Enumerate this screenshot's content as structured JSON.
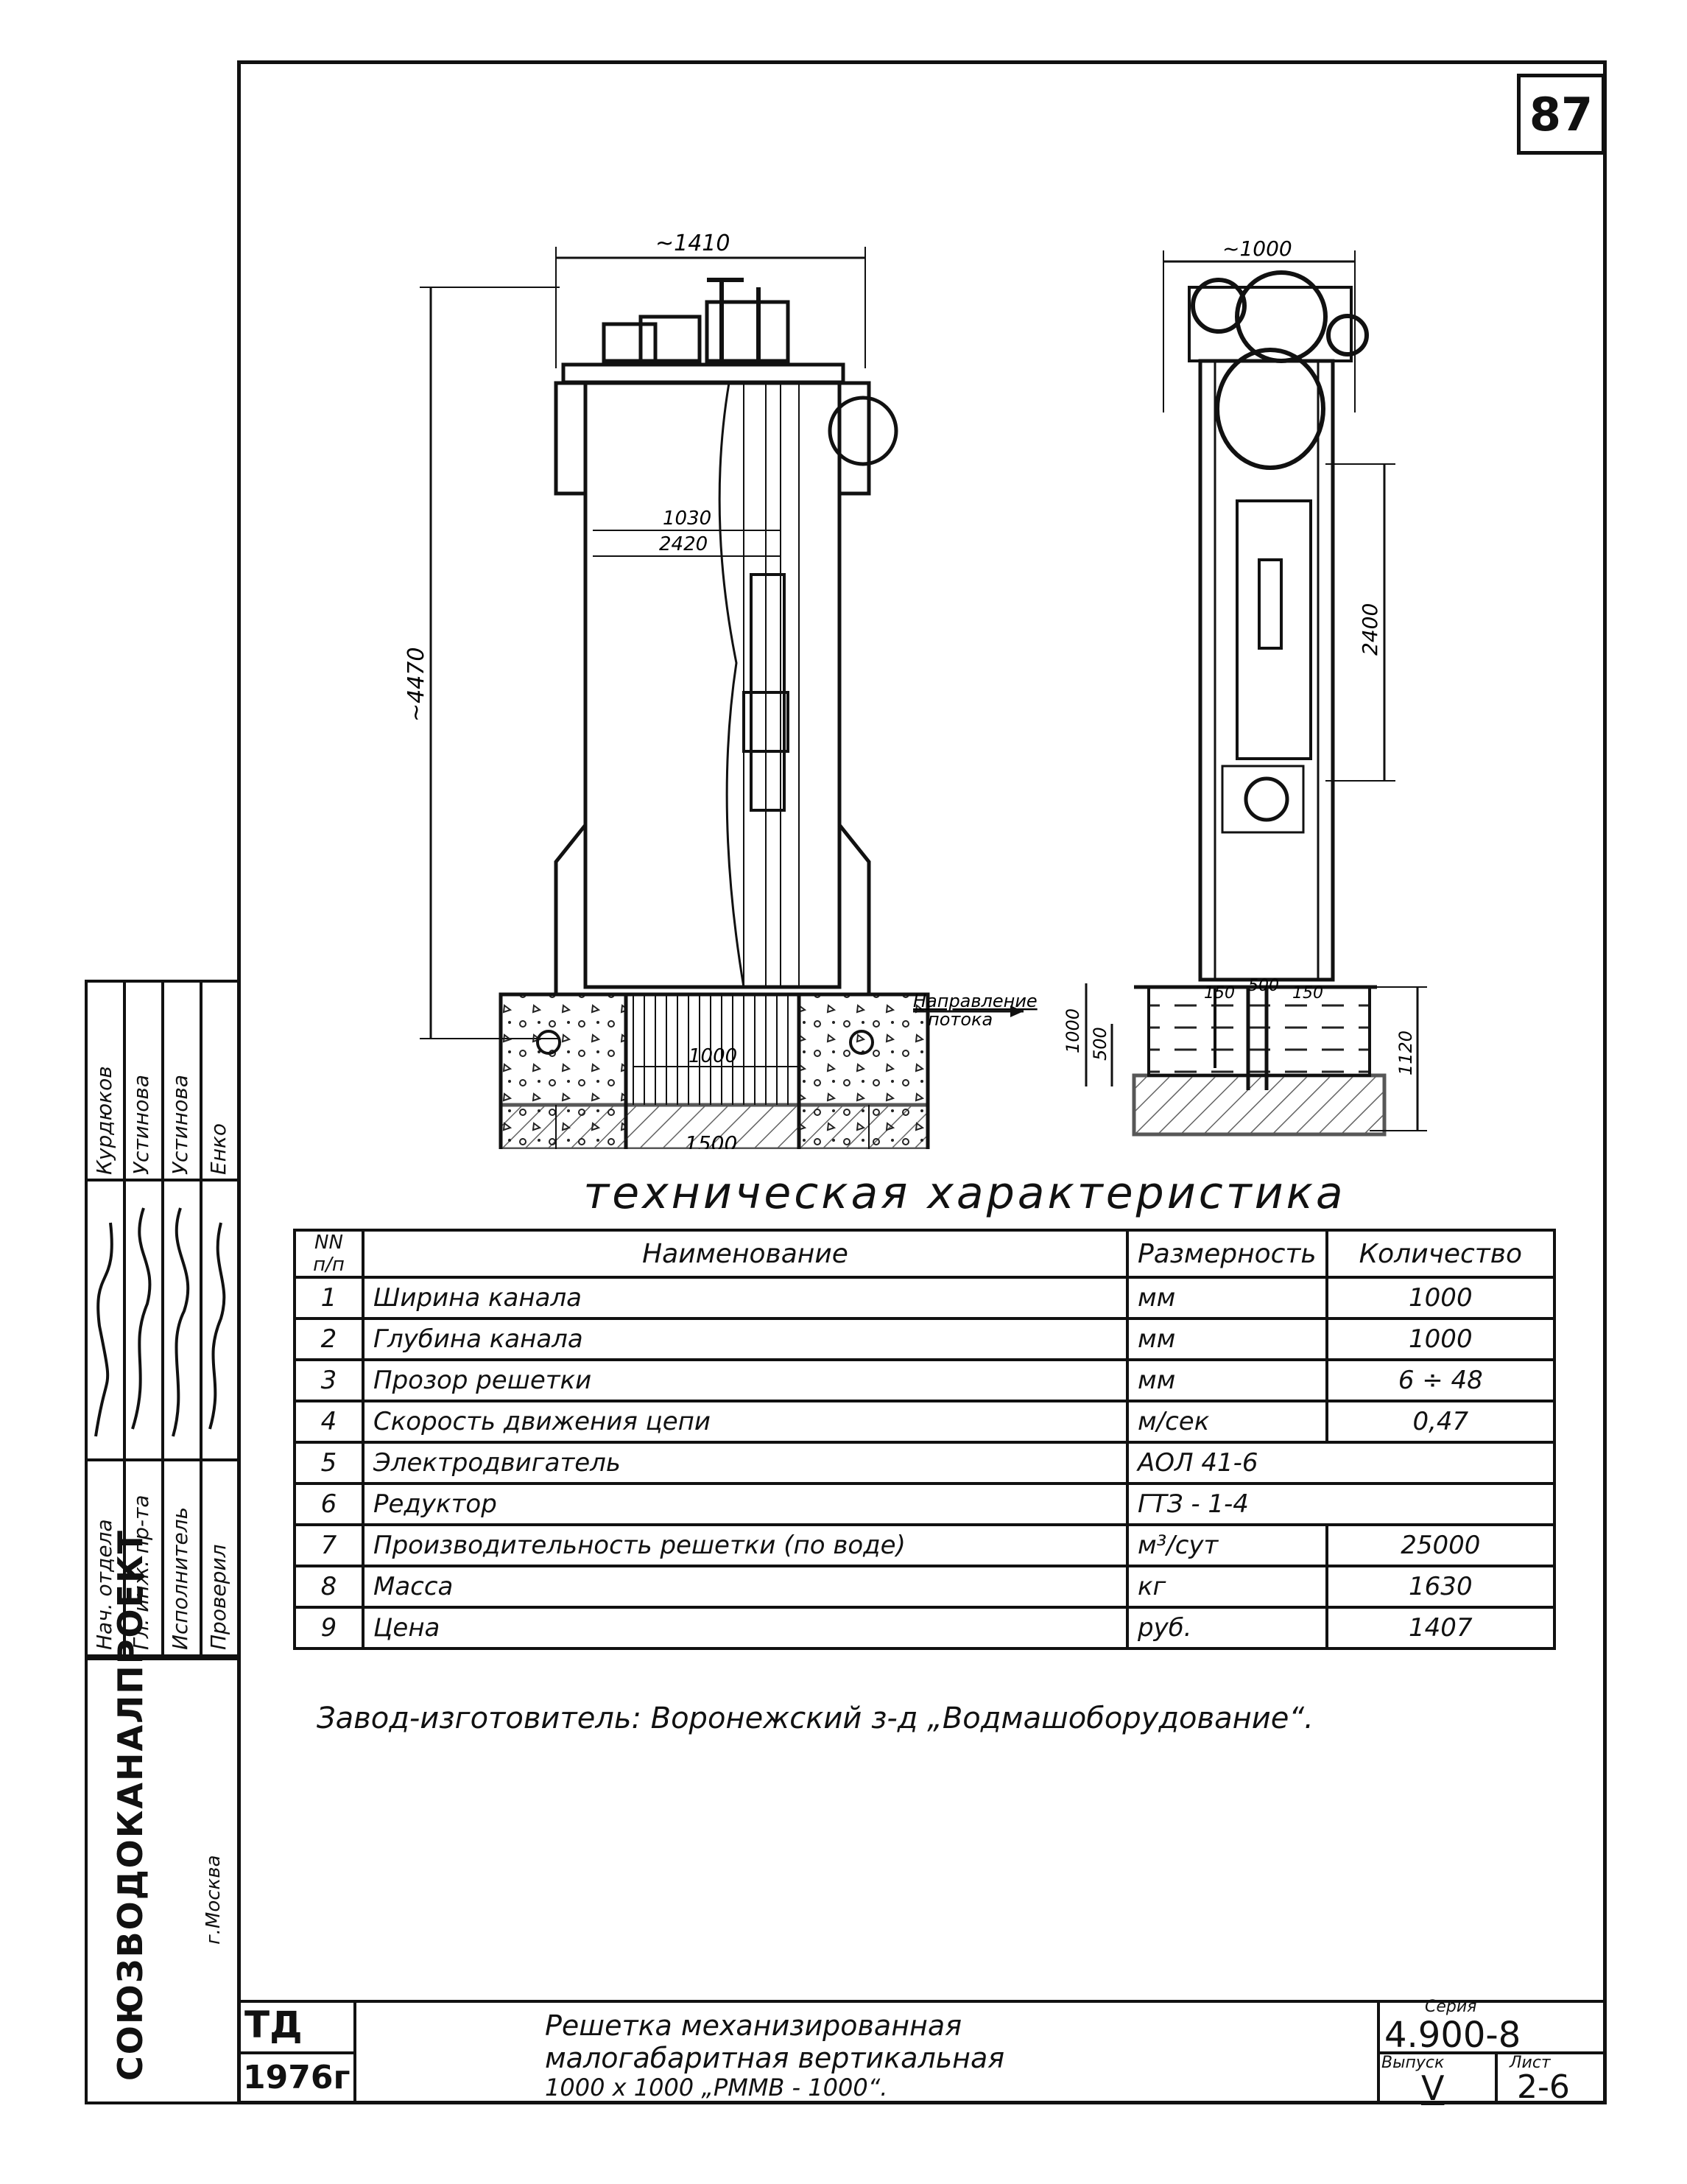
{
  "sheet_number": "87",
  "drawing": {
    "front_view": {
      "dim_width_top": "~1410",
      "dim_height": "~4470",
      "dim_inner_1": "1030",
      "dim_inner_2": "2420",
      "dim_channel": "1000",
      "dim_base": "1500",
      "flow_label_1": "Направление",
      "flow_label_2": "потока"
    },
    "side_view": {
      "dim_width_top": "~1000",
      "dim_height": "2400",
      "dim_a": "150",
      "dim_b": "500",
      "dim_c": "150",
      "dim_left_1": "1000",
      "dim_left_2": "500",
      "dim_right": "1120"
    }
  },
  "table": {
    "title": "техническая характеристика",
    "headers": {
      "num": "NN п/п",
      "name": "Наименование",
      "unit": "Размерность",
      "qty": "Количество"
    },
    "rows": [
      {
        "num": "1",
        "name": "Ширина канала",
        "unit": "мм",
        "qty": "1000"
      },
      {
        "num": "2",
        "name": "Глубина канала",
        "unit": "мм",
        "qty": "1000"
      },
      {
        "num": "3",
        "name": "Прозор решетки",
        "unit": "мм",
        "qty": "6 ÷ 48"
      },
      {
        "num": "4",
        "name": "Скорость движения цепи",
        "unit": "м/сек",
        "qty": "0,47"
      },
      {
        "num": "5",
        "name": "Электродвигатель",
        "unit": "АОЛ 41-6",
        "qty": ""
      },
      {
        "num": "6",
        "name": "Редуктор",
        "unit": "ГТЗ - 1-4",
        "qty": ""
      },
      {
        "num": "7",
        "name": "Производительность решетки (по воде)",
        "unit": "м³/сут",
        "qty": "25000"
      },
      {
        "num": "8",
        "name": "Масса",
        "unit": "кг",
        "qty": "1630"
      },
      {
        "num": "9",
        "name": "Цена",
        "unit": "руб.",
        "qty": "1407"
      }
    ]
  },
  "manufacturer": "Завод-изготовитель: Воронежский з-д „Водмашоборудование“.",
  "title_block": {
    "org": "СОЮЗВОДОКАНАЛПРОЕКТ",
    "city": "г.Москва",
    "roles": [
      "Нач. отдела",
      "Гл. инж. пр-та",
      "Исполнитель",
      "Проверил"
    ],
    "names": [
      "Курдюков",
      "Устинова",
      "Устинова",
      "Енко"
    ],
    "td": "ТД",
    "year": "1976г",
    "desc_line1": "Решетка механизированная",
    "desc_line2": "малогабаритная вертикальная",
    "desc_line3": "1000 x 1000   „РММВ - 1000“.",
    "series_label": "Серия",
    "series": "4.900-8",
    "issue_label": "Выпуск",
    "issue": "V",
    "sheet_label": "Лист",
    "sheet": "2-6"
  }
}
